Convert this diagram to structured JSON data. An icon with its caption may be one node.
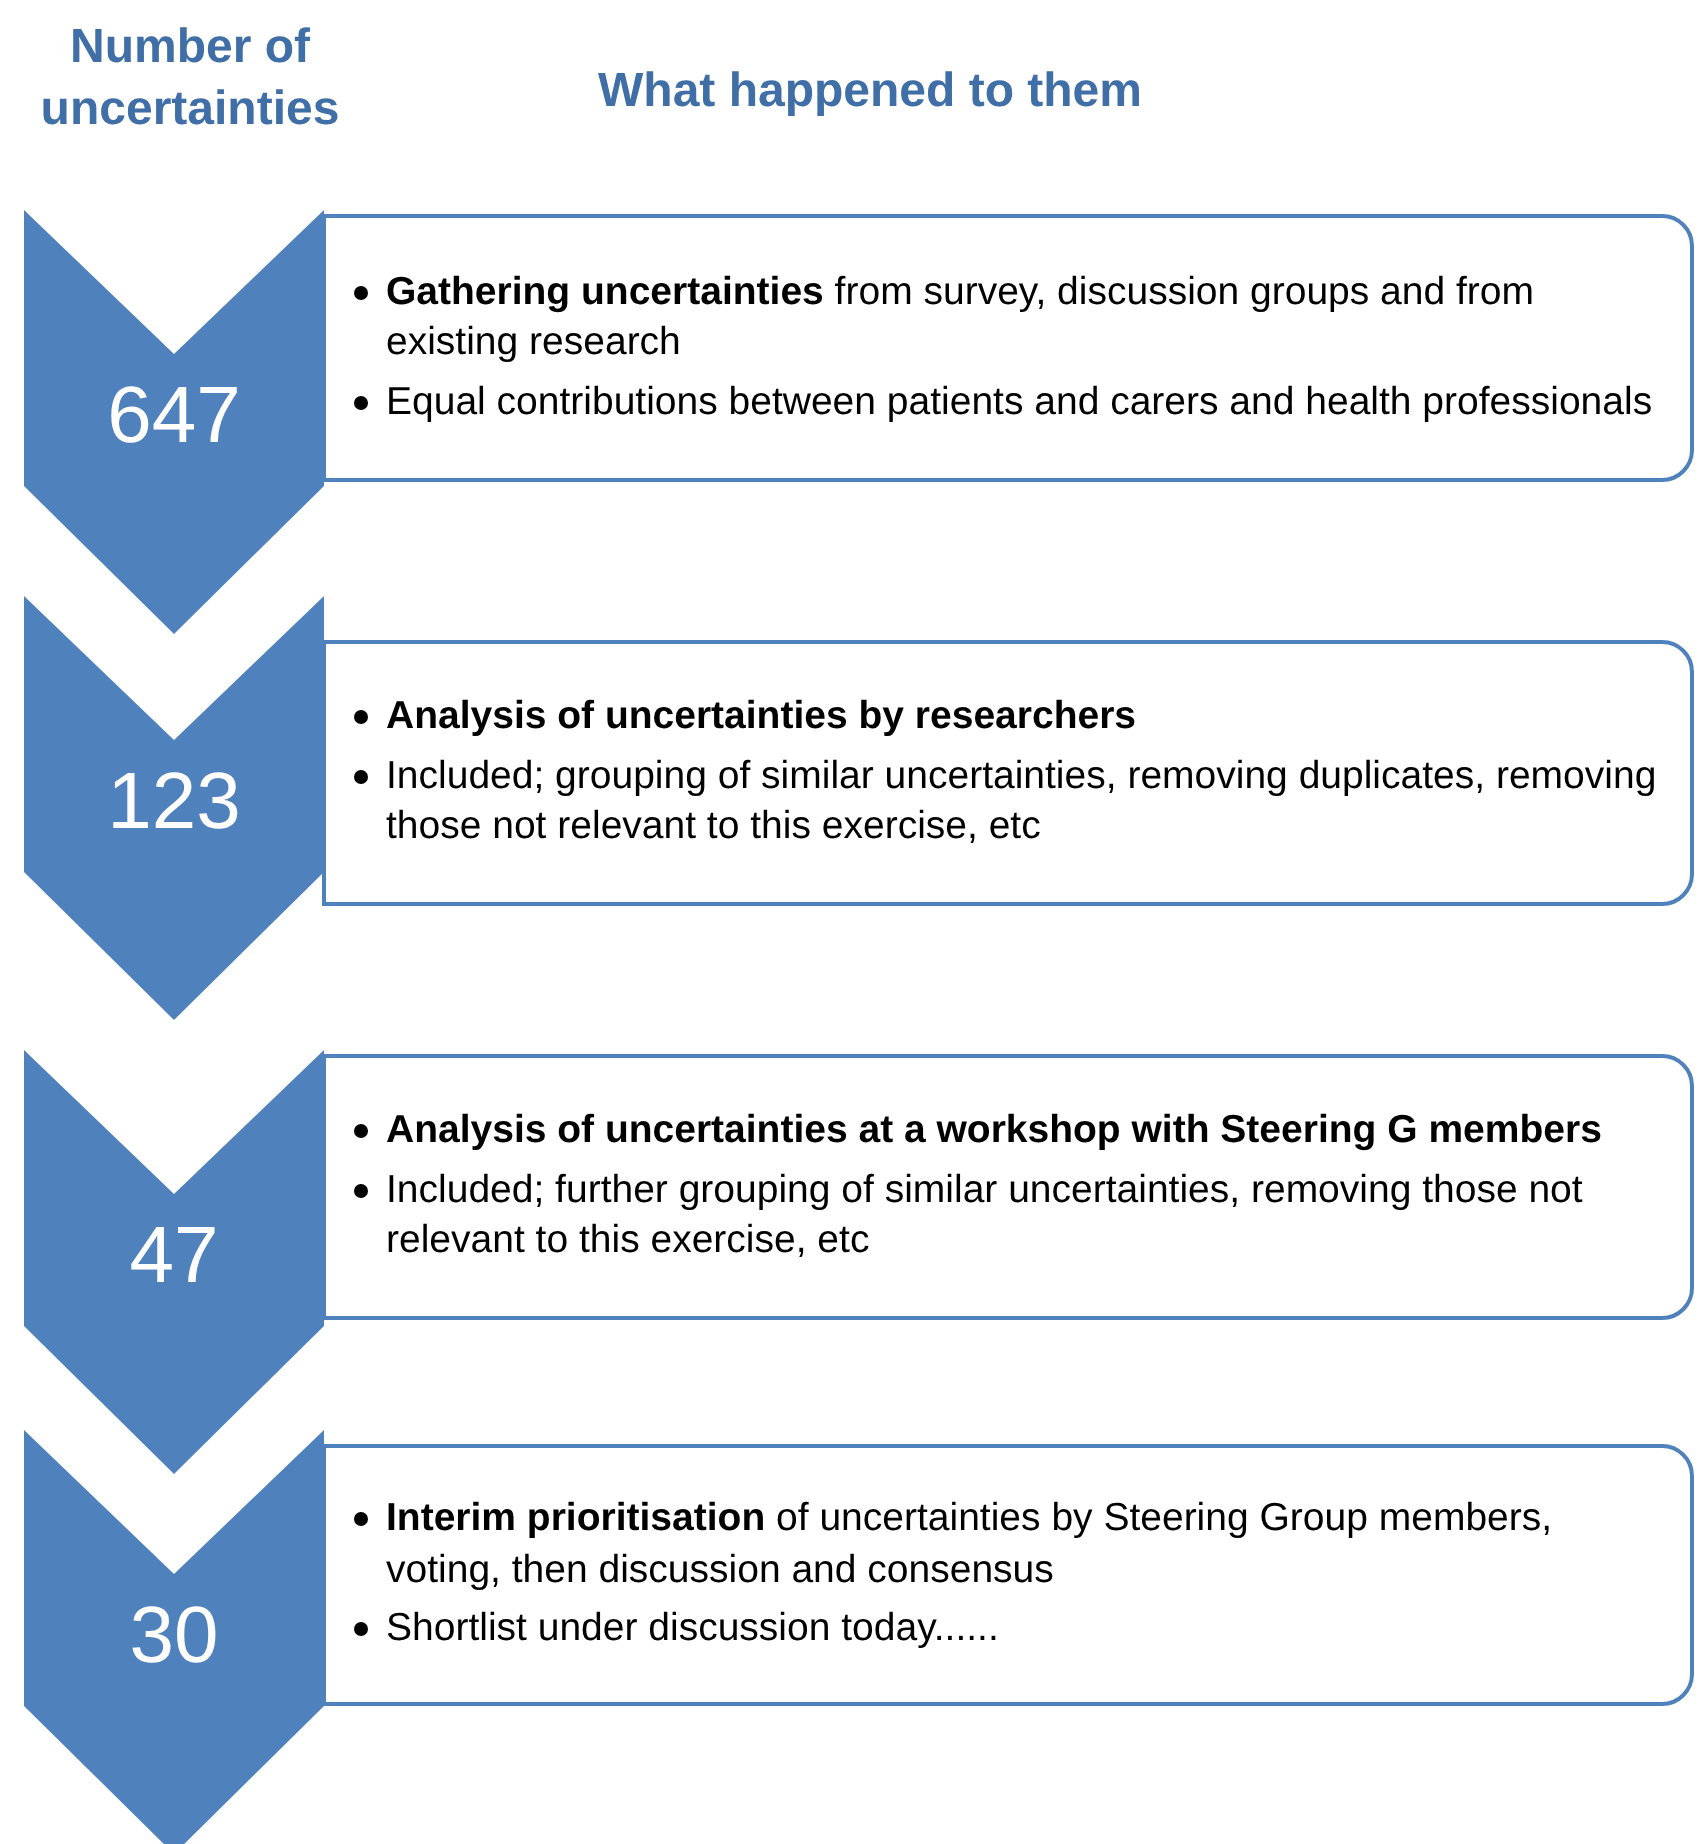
{
  "diagram": {
    "nodes": [
      {
        "text": [
          "647"
        ]
      },
      {
        "text": [
          "**Gathering uncertainties** from survey, discussion groups and from existing research",
          "Equal contributions between patients and carers and health professionals"
        ]
      },
      {
        "text": [
          "123"
        ]
      },
      {
        "text": [
          "Analysis of uncertainties by researchers",
          "Included; grouping of similar uncertainties, removing duplicates, removing those not relevant to this exercise, etc"
        ]
      },
      {
        "text": [
          "47"
        ]
      },
      {
        "text": [
          "Analysis of uncertainties at a workshop with Steering G members",
          "Included; further grouping of similar uncertainties, removing those not relevant to this exercise, etc"
        ]
      },
      {
        "text": [
          "30"
        ]
      },
      {
        "text": [
          "**Interim prioritisation** of uncertainties by Steering Group members, voting, then discussion and consensus",
          "Shortlist under discussion today......"
        ]
      }
    ],
    "edges": [],
    "labels": [
      "Number of uncertainties",
      "What happened to them"
    ]
  }
}
